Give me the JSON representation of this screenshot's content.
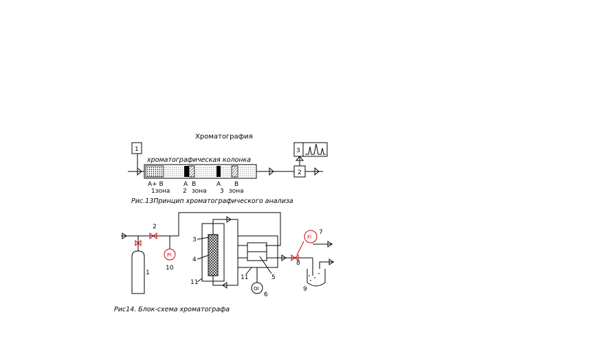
{
  "fig13": {
    "title": "Хроматография",
    "column_label": "хроматографическая колонка",
    "box1": "1",
    "box2": "2",
    "box3": "3",
    "zone_labels": {
      "ab": "А+ В",
      "zone1": "1зона",
      "a2": "А",
      "b2": "В",
      "n2": "2",
      "zone2": "зона",
      "a3": "А",
      "b3": "В",
      "n3": "3",
      "zone3": "зона"
    },
    "caption": "Рис.13Принцип хроматографического анализа"
  },
  "fig14": {
    "labels": {
      "n1": "1",
      "n2": "2",
      "n3": "3",
      "n4": "4",
      "n5": "5",
      "n6": "6",
      "n7": "7",
      "n8": "8",
      "n9": "9",
      "n10": "10",
      "n11a": "11",
      "n11b": "11"
    },
    "pi_label": "PI",
    "fi_label": "FI",
    "qi_label": "QI",
    "caption": "Рис14. Блок-схема хроматографа"
  },
  "colors": {
    "line": "#000000",
    "instrument": "#cc0000"
  }
}
